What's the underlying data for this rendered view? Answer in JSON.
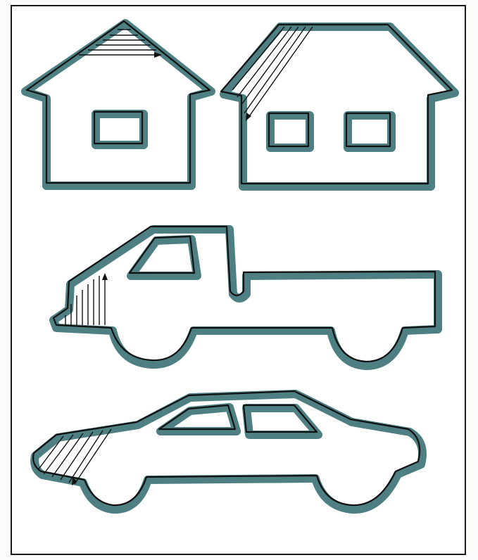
{
  "colors": {
    "band": "#4e7f82",
    "line": "#111111",
    "paper": "#ffffff"
  },
  "figures": [
    {
      "id": "house-gable-hatched",
      "hatch_direction": "horizontal"
    },
    {
      "id": "house-wide-slope-hatched",
      "hatch_direction": "diagonal"
    },
    {
      "id": "truck-front-hatched",
      "hatch_direction": "vertical"
    },
    {
      "id": "car-front-hatched",
      "hatch_direction": "diagonal"
    }
  ]
}
